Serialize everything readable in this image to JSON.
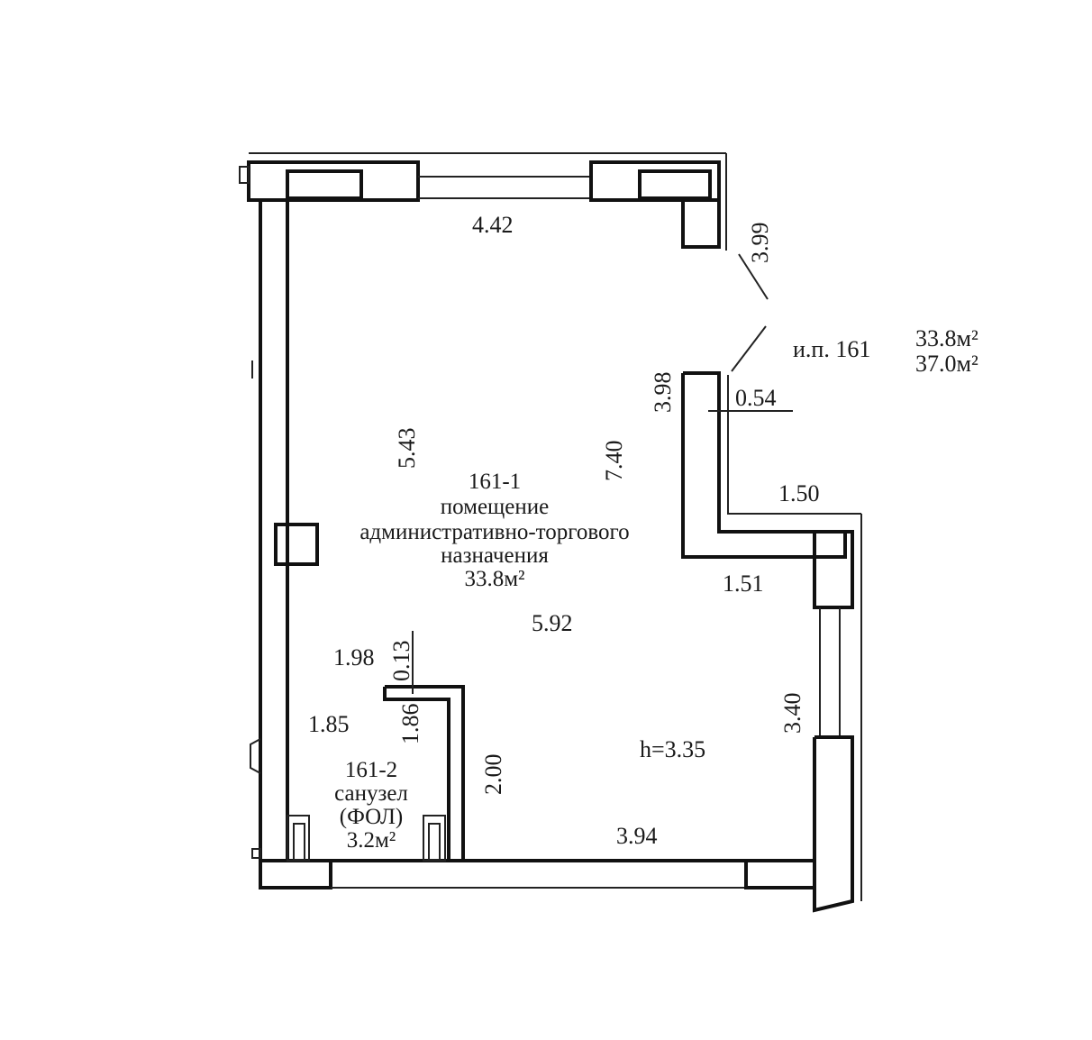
{
  "plan": {
    "unit": {
      "code": "и.п. 161",
      "area_main": "33.8м²",
      "area_total": "37.0м²"
    },
    "rooms": [
      {
        "id": "161-1",
        "lines": [
          "161-1",
          "помещение",
          "административно-торгового",
          "назначения",
          "33.8м²"
        ]
      },
      {
        "id": "161-2",
        "lines": [
          "161-2",
          "санузел",
          "(ФОЛ)",
          "3.2м²"
        ]
      }
    ],
    "dimensions": {
      "d_4_42": "4.42",
      "d_3_99": "3.99",
      "d_3_98": "3.98",
      "d_0_54": "0.54",
      "d_5_43": "5.43",
      "d_7_40": "7.40",
      "d_1_50": "1.50",
      "d_1_51": "1.51",
      "d_5_92": "5.92",
      "d_1_98": "1.98",
      "d_0_13": "0.13",
      "d_1_85": "1.85",
      "d_1_86": "1.86",
      "d_2_00": "2.00",
      "d_3_40": "3.40",
      "d_3_94": "3.94",
      "height": "h=3.35"
    }
  }
}
